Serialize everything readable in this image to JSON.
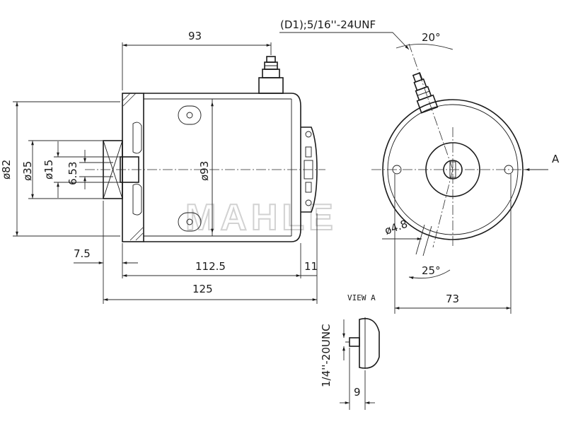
{
  "watermark": "MAHLE",
  "callout": {
    "thread_top": "(D1);5/16''-24UNF"
  },
  "dimensions": {
    "d_93_top": "93",
    "angle_20": "20°",
    "d82": "ø82",
    "d35": "ø35",
    "d15": "ø15",
    "d653": "6.53",
    "d93_body": "ø93",
    "d48": "ø4.8",
    "d75": "7.5",
    "d1125": "112.5",
    "d11": "11",
    "d125": "125",
    "angle_25": "25°",
    "d73": "73",
    "d9": "9",
    "thread_view_a": "1/4''-20UNC"
  },
  "labels": {
    "view_arrow": "A",
    "view_title": "VIEW A"
  }
}
